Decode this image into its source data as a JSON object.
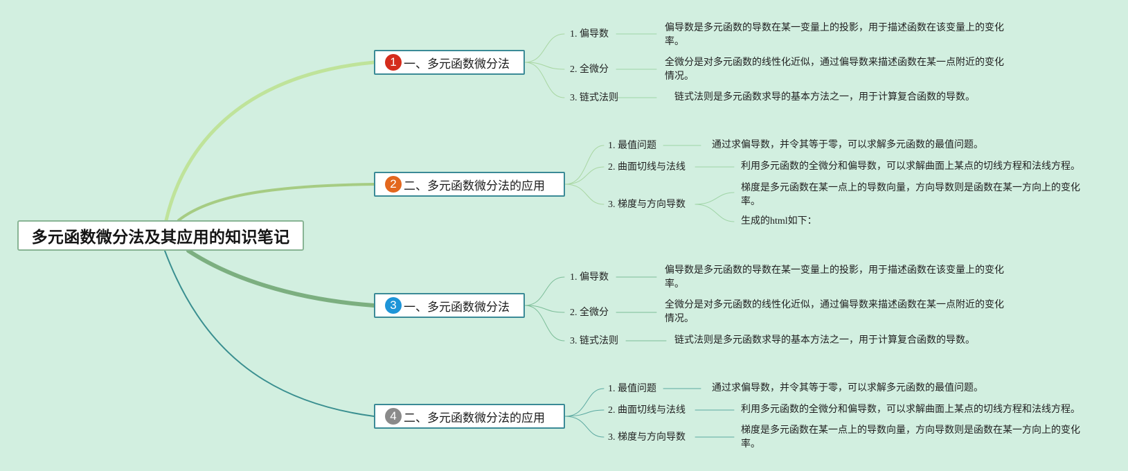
{
  "root": {
    "label": "多元函数微分法及其应用的知识笔记"
  },
  "branches": [
    {
      "number": "1",
      "color": "#d42c1c",
      "line_color": "#bfe39a",
      "label": "一、多元函数微分法",
      "subs": [
        {
          "label": "1. 偏导数",
          "leaves": [
            "偏导数是多元函数的导数在某一变量上的投影，用于描述函数在该变量上的变化率。"
          ]
        },
        {
          "label": "2. 全微分",
          "leaves": [
            "全微分是对多元函数的线性化近似，通过偏导数来描述函数在某一点附近的变化情况。"
          ]
        },
        {
          "label": "3. 链式法则",
          "leaves": [
            "链式法则是多元函数求导的基本方法之一，用于计算复合函数的导数。"
          ]
        }
      ]
    },
    {
      "number": "2",
      "color": "#e3671e",
      "line_color": "#a6cc83",
      "label": "二、多元函数微分法的应用",
      "subs": [
        {
          "label": "1. 最值问题",
          "leaves": [
            "通过求偏导数，并令其等于零，可以求解多元函数的最值问题。"
          ]
        },
        {
          "label": "2. 曲面切线与法线",
          "leaves": [
            "利用多元函数的全微分和偏导数，可以求解曲面上某点的切线方程和法线方程。"
          ]
        },
        {
          "label": "3. 梯度与方向导数",
          "leaves": [
            "梯度是多元函数在某一点上的导数向量，方向导数则是函数在某一方向上的变化率。",
            "生成的html如下："
          ]
        }
      ]
    },
    {
      "number": "3",
      "color": "#1e95d8",
      "line_color": "#7caf80",
      "label": "一、多元函数微分法",
      "subs": [
        {
          "label": "1. 偏导数",
          "leaves": [
            "偏导数是多元函数的导数在某一变量上的投影，用于描述函数在该变量上的变化率。"
          ]
        },
        {
          "label": "2. 全微分",
          "leaves": [
            "全微分是对多元函数的线性化近似，通过偏导数来描述函数在某一点附近的变化情况。"
          ]
        },
        {
          "label": "3. 链式法则",
          "leaves": [
            "链式法则是多元函数求导的基本方法之一，用于计算复合函数的导数。"
          ]
        }
      ]
    },
    {
      "number": "4",
      "color": "#8a8a8a",
      "line_color": "#3a8f90",
      "label": "二、多元函数微分法的应用",
      "subs": [
        {
          "label": "1. 最值问题",
          "leaves": [
            "通过求偏导数，并令其等于零，可以求解多元函数的最值问题。"
          ]
        },
        {
          "label": "2. 曲面切线与法线",
          "leaves": [
            "利用多元函数的全微分和偏导数，可以求解曲面上某点的切线方程和法线方程。"
          ]
        },
        {
          "label": "3. 梯度与方向导数",
          "leaves": [
            "梯度是多元函数在某一点上的导数向量，方向导数则是函数在某一方向上的变化率。"
          ]
        }
      ]
    }
  ]
}
